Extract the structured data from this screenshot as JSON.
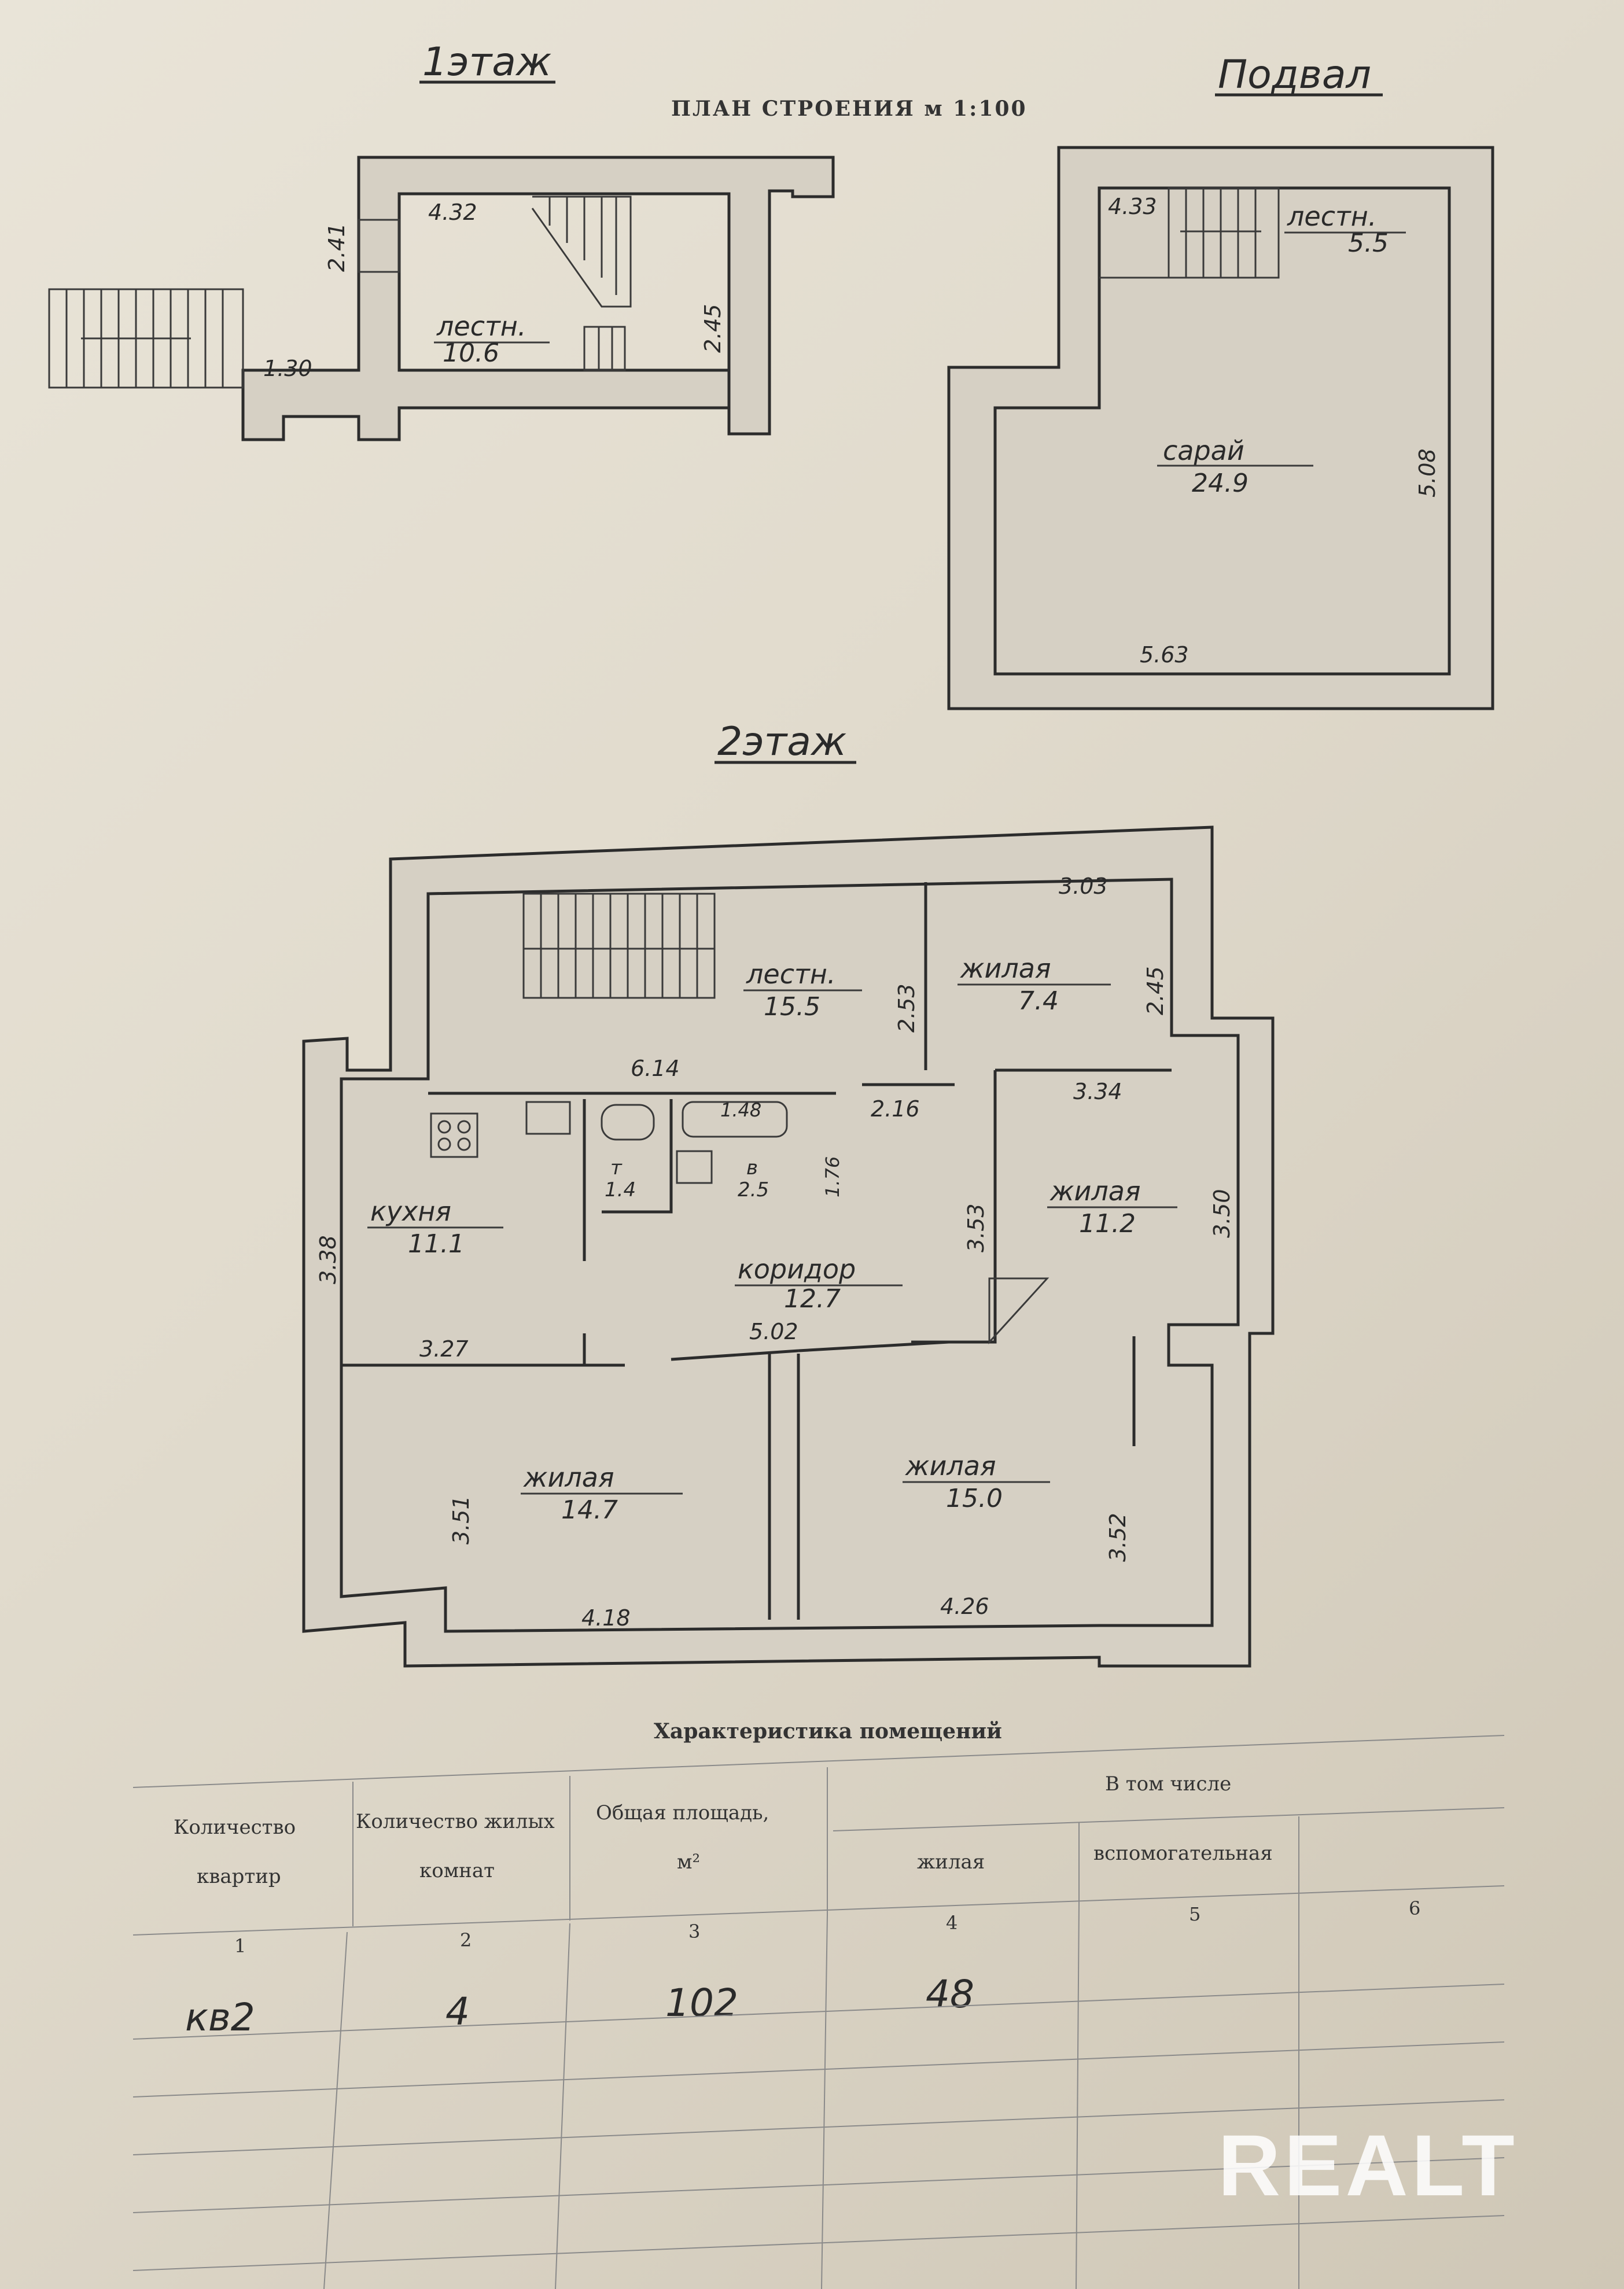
{
  "header": {
    "plan_title": "ПЛАН СТРОЕНИЯ м 1:100",
    "floor1_label": "1этаж",
    "basement_label": "Подвал",
    "floor2_label": "2этаж"
  },
  "floor1": {
    "room_name": "лестн.",
    "room_area": "10.6",
    "dims": [
      "4.32",
      "2.41",
      "2.45",
      "1.30"
    ]
  },
  "basement": {
    "stair_name": "лестн.",
    "stair_area": "5.5",
    "shed_name": "сарай",
    "shed_area": "24.9",
    "dims": [
      "4.33",
      "5.63",
      "5.08"
    ]
  },
  "floor2": {
    "rooms": [
      {
        "name": "лестн.",
        "area": "15.5"
      },
      {
        "name": "жилая",
        "area": "7.4"
      },
      {
        "name": "жилая",
        "area": "11.2"
      },
      {
        "name": "кухня",
        "area": "11.1"
      },
      {
        "name": "коридор",
        "area": "12.7"
      },
      {
        "name": "жилая",
        "area": "14.7"
      },
      {
        "name": "жилая",
        "area": "15.0"
      },
      {
        "name": "т",
        "area": "1.4"
      },
      {
        "name": "в",
        "area": "2.5"
      }
    ],
    "dims": [
      "3.03",
      "2.53",
      "2.45",
      "6.14",
      "1.48",
      "2.16",
      "1.76",
      "3.34",
      "3.53",
      "3.50",
      "3.38",
      "3.27",
      "5.02",
      "3.51",
      "3.52",
      "4.18",
      "4.26"
    ]
  },
  "table": {
    "title": "Характеристика помещений",
    "col1": [
      "Количество",
      "квартир"
    ],
    "col2": [
      "Количество жилых",
      "комнат"
    ],
    "col3": [
      "Общая площадь,",
      "м²"
    ],
    "group_header": "В том числе",
    "col4": "жилая",
    "col5": "вспомогательная",
    "col_numbers": [
      "1",
      "2",
      "3",
      "4",
      "5",
      "6"
    ],
    "row": [
      "кв2",
      "4",
      "102",
      "48",
      "",
      ""
    ]
  },
  "watermark": "REALT"
}
